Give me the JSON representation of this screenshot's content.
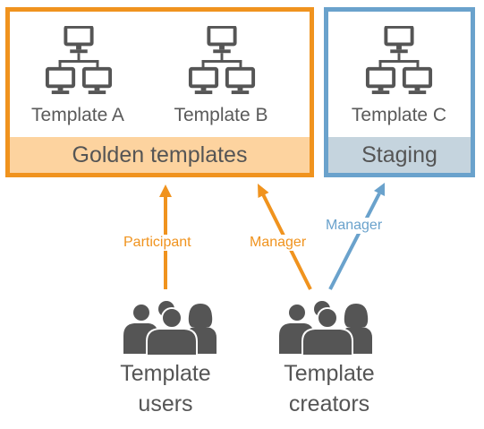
{
  "golden_group": {
    "label": "Golden templates",
    "border_color": "#f0931e",
    "band_color": "#fdd39f",
    "templates": [
      {
        "label": "Template A",
        "icon": "network-computers-icon"
      },
      {
        "label": "Template B",
        "icon": "network-computers-icon"
      }
    ]
  },
  "staging_group": {
    "label": "Staging",
    "border_color": "#6aa2cc",
    "band_color": "#c5d4de",
    "templates": [
      {
        "label": "Template C",
        "icon": "network-computers-icon"
      }
    ]
  },
  "arrows": {
    "participant": {
      "label": "Participant",
      "color": "#f0931e"
    },
    "manager_golden": {
      "label": "Manager",
      "color": "#f0931e"
    },
    "manager_staging": {
      "label": "Manager",
      "color": "#6aa2cc"
    }
  },
  "groups": {
    "users": {
      "line1": "Template",
      "line2": "users",
      "icon": "people-group-icon"
    },
    "creators": {
      "line1": "Template",
      "line2": "creators",
      "icon": "people-group-icon"
    }
  },
  "colors": {
    "icon_gray": "#555555",
    "text_gray": "#5a5a5a"
  }
}
